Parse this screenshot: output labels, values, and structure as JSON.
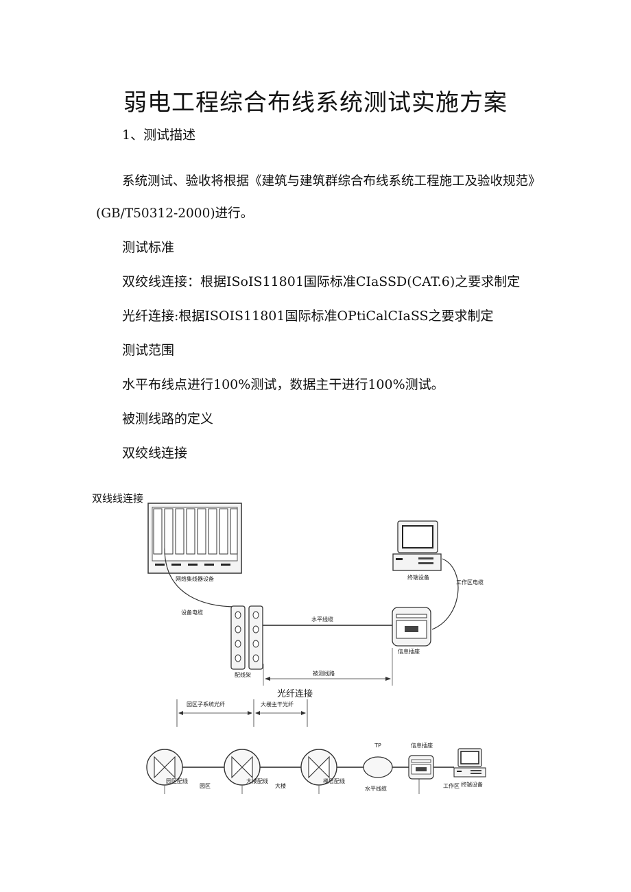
{
  "document": {
    "title": "弱电工程综合布线系统测试实施方案",
    "section_heading": "1、测试描述",
    "para_line1": "系统测试、验收将根据《建筑与建筑群综合布线系统工程施工及验收规范》",
    "para_line2": "(GB/T50312-2000)进行。",
    "test_standard": "测试标准",
    "twisted_pair_rule": "双绞线连接：根据ISoIS11801国际标准CIaSSD(CAT.6)之要求制定",
    "fiber_rule": "光纤连接:根据ISOIS11801国际标准OPtiCalCIaSS之要求制定",
    "test_scope": "测试范围",
    "scope_text": "水平布线点进行100%测试，数据主干进行100%测试。",
    "link_definition": "被测线路的定义",
    "twisted_pair_heading": "双绞线连接"
  },
  "diagram1": {
    "caption": "双线线连接",
    "network_device": "网络集线器设备",
    "equipment_cable": "设备电缆",
    "patch_panel": "配线架",
    "horizontal_cable": "水平线缆",
    "tested_link": "被测线路",
    "terminal_device": "终端设备",
    "work_area_cable": "工作区电缆",
    "info_outlet": "信息插座"
  },
  "diagram2": {
    "caption": "光纤连接",
    "campus_fiber": "园区子系统光纤",
    "building_backbone": "大楼主干光纤",
    "campus_distributor": "园区配线",
    "campus": "园区",
    "building_distributor": "大楼配线",
    "building": "大楼",
    "floor_distributor": "楼层配线",
    "horizontal_cable": "水平线缆",
    "tp": "TP",
    "info_outlet": "信息插座",
    "terminal_device": "终端设备",
    "work_area": "工作区"
  }
}
